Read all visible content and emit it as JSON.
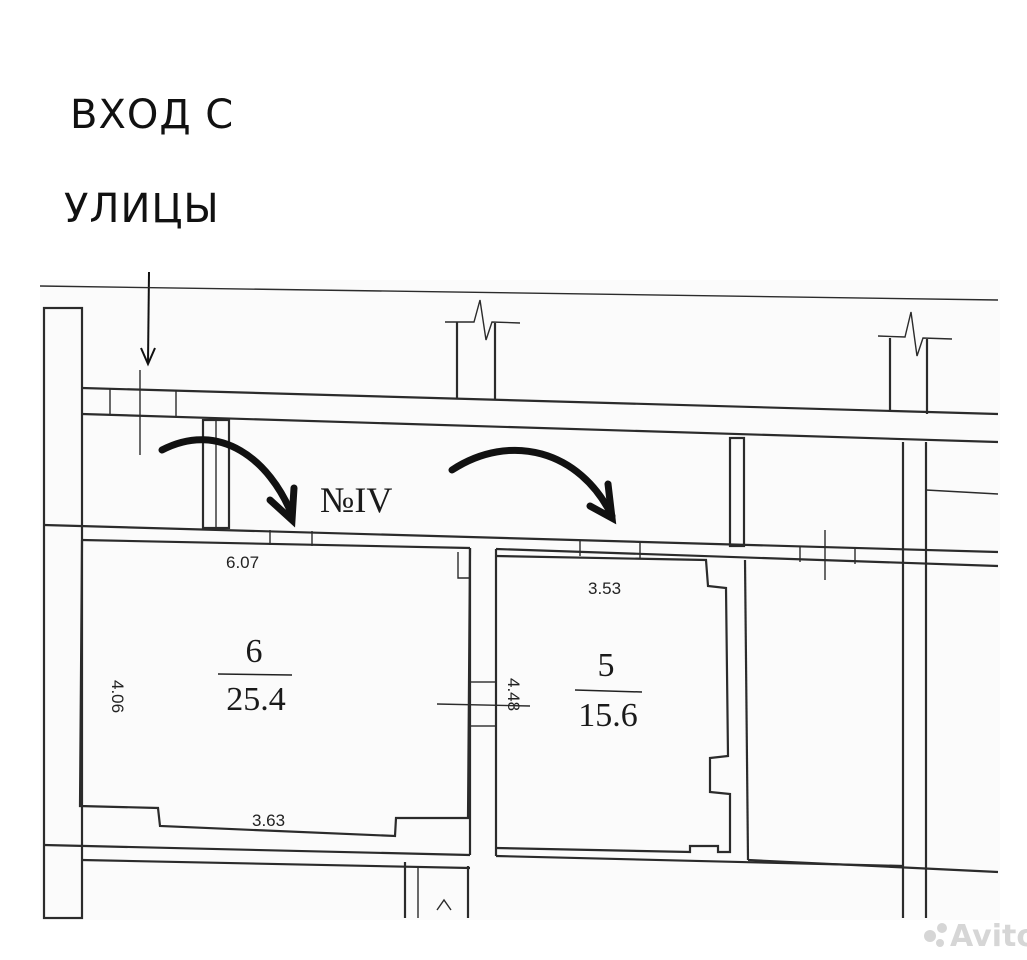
{
  "entrance_label": {
    "line1": "ВХОД С",
    "line2": "УЛИЦЫ"
  },
  "unit_label": "№IV",
  "rooms": [
    {
      "number": "6",
      "area": "25.4"
    },
    {
      "number": "5",
      "area": "15.6"
    }
  ],
  "dimensions": {
    "room6_top": "6.07",
    "room6_side": "4.06",
    "room6_bottom": "3.63",
    "room5_top": "3.53",
    "room5_side": "4.48"
  },
  "watermark": "Avito"
}
